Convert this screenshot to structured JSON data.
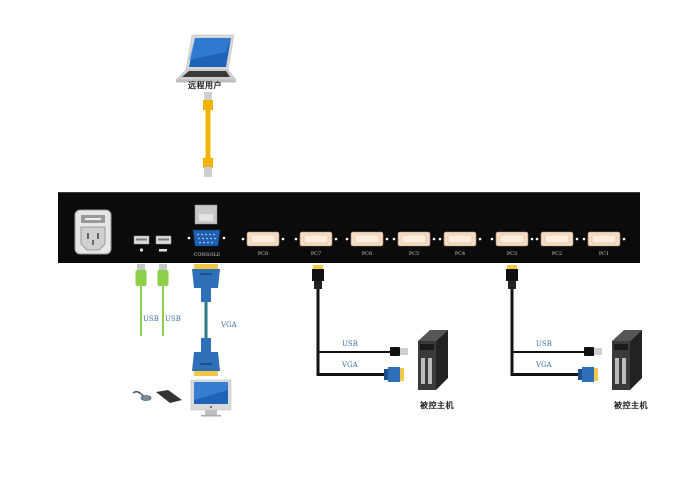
{
  "diagram": {
    "remote_user": {
      "label": "远程用户",
      "icon": "laptop-icon",
      "cable": "rj45-network-cable"
    },
    "kvm_switch": {
      "console_label": "CONSOLE",
      "ports": [
        {
          "label": "PC8"
        },
        {
          "label": "PC7"
        },
        {
          "label": "PC6"
        },
        {
          "label": "PC5"
        },
        {
          "label": "PC4"
        },
        {
          "label": "PC3"
        },
        {
          "label": "PC2"
        },
        {
          "label": "PC1"
        }
      ],
      "power": "power-inlet-icon",
      "usb_ports": [
        "usb-port-mouse",
        "usb-port-keyboard"
      ]
    },
    "console_side": {
      "usb_label_1": "USB",
      "usb_label_2": "USB",
      "vga_label": "VGA",
      "devices": [
        "mouse-icon",
        "keyboard-icon",
        "monitor-icon"
      ]
    },
    "hosts": [
      {
        "port": "PC7",
        "usb_label": "USB",
        "vga_label": "VGA",
        "label": "被控主机"
      },
      {
        "port": "PC3",
        "usb_label": "USB",
        "vga_label": "VGA",
        "label": "被控主机"
      }
    ],
    "colors": {
      "kvm_body": "#0b0b0b",
      "usb_cable": "#8cd04a",
      "vga_connector": "#2f6fb8",
      "network_cable": "#f0b400",
      "host_cable": "#111111",
      "label_blue": "#3a6ea5"
    }
  }
}
